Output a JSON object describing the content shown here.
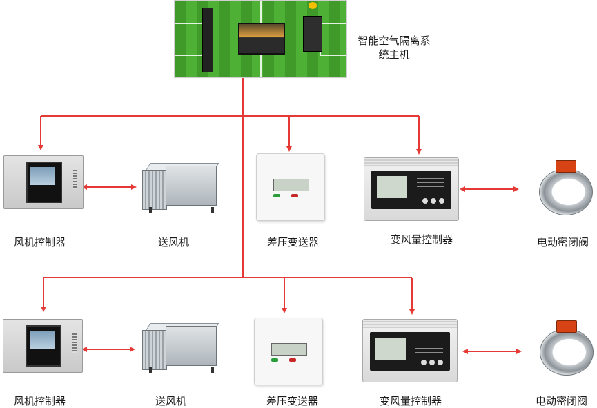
{
  "host": {
    "label_line1": "智能空气隔离系",
    "label_line2": "统主机"
  },
  "rows": [
    {
      "fan_controller": "风机控制器",
      "fan": "送风机",
      "pressure_transmitter": "差压变送器",
      "vav_controller": "变风量控制器",
      "damper": "电动密闭阀"
    },
    {
      "fan_controller": "风机控制器",
      "fan": "送风机",
      "pressure_transmitter": "差压变送器",
      "vav_controller": "变风量控制器",
      "damper": "电动密闭阀"
    }
  ],
  "colors": {
    "connector": "#e53935",
    "field_green": "#4fb036"
  }
}
